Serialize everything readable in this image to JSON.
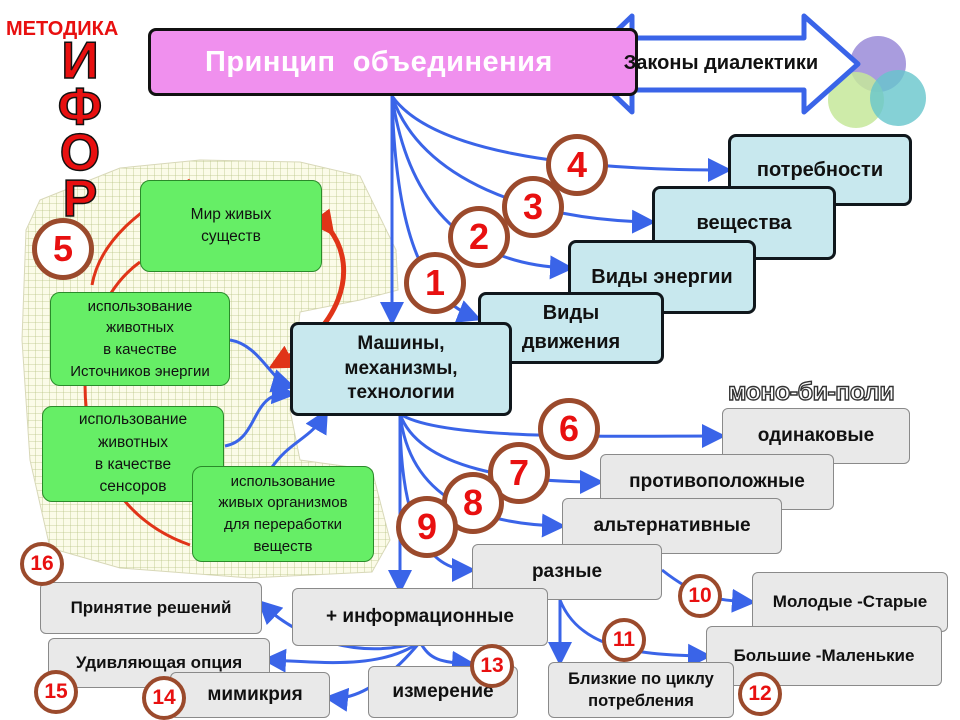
{
  "method": {
    "label": "МЕТОДИКА",
    "letters": [
      "И",
      "Ф",
      "О",
      "Р"
    ]
  },
  "principle": "Принцип  объединения",
  "dialectics": "Законы диалектики",
  "mono_bi_poli": "моно-би-поли",
  "upper": {
    "needs": "потребности",
    "substances": "вещества",
    "energy_types": "Виды энергии",
    "motion_types": "Виды\nдвижения",
    "machines": "Машины,\nмеханизмы,\nтехнологии"
  },
  "green": {
    "living_world": "Мир живых\nсуществ",
    "energy_use": "использование\nживотных\nв  качестве\nИсточников энергии",
    "sensor_use": "использование\nживотных\nв  качестве\nсенсоров",
    "processing_use": "использование\nживых организмов\nдля  переработки\nвеществ"
  },
  "lower": {
    "same": "одинаковые",
    "opposite": "противоположные",
    "alternative": "альтернативные",
    "different": "разные",
    "informational": "+ информационные",
    "young_old": "Молодые -Старые",
    "big_small": "Большие -Маленькие",
    "cycle": "Близкие по циклу\nпотребления",
    "decisions": "Принятие решений",
    "surprising": "Удивляющая опция",
    "mimicry": "мимикрия",
    "measurement": "измерение"
  },
  "numbers": [
    "1",
    "2",
    "3",
    "4",
    "5",
    "6",
    "7",
    "8",
    "9",
    "10",
    "11",
    "12",
    "13",
    "14",
    "15",
    "16"
  ],
  "colors": {
    "arrow": "#3a64e8",
    "red_arrow": "#e03418",
    "number_border": "#9b4a2c",
    "number_text": "#e81010"
  }
}
